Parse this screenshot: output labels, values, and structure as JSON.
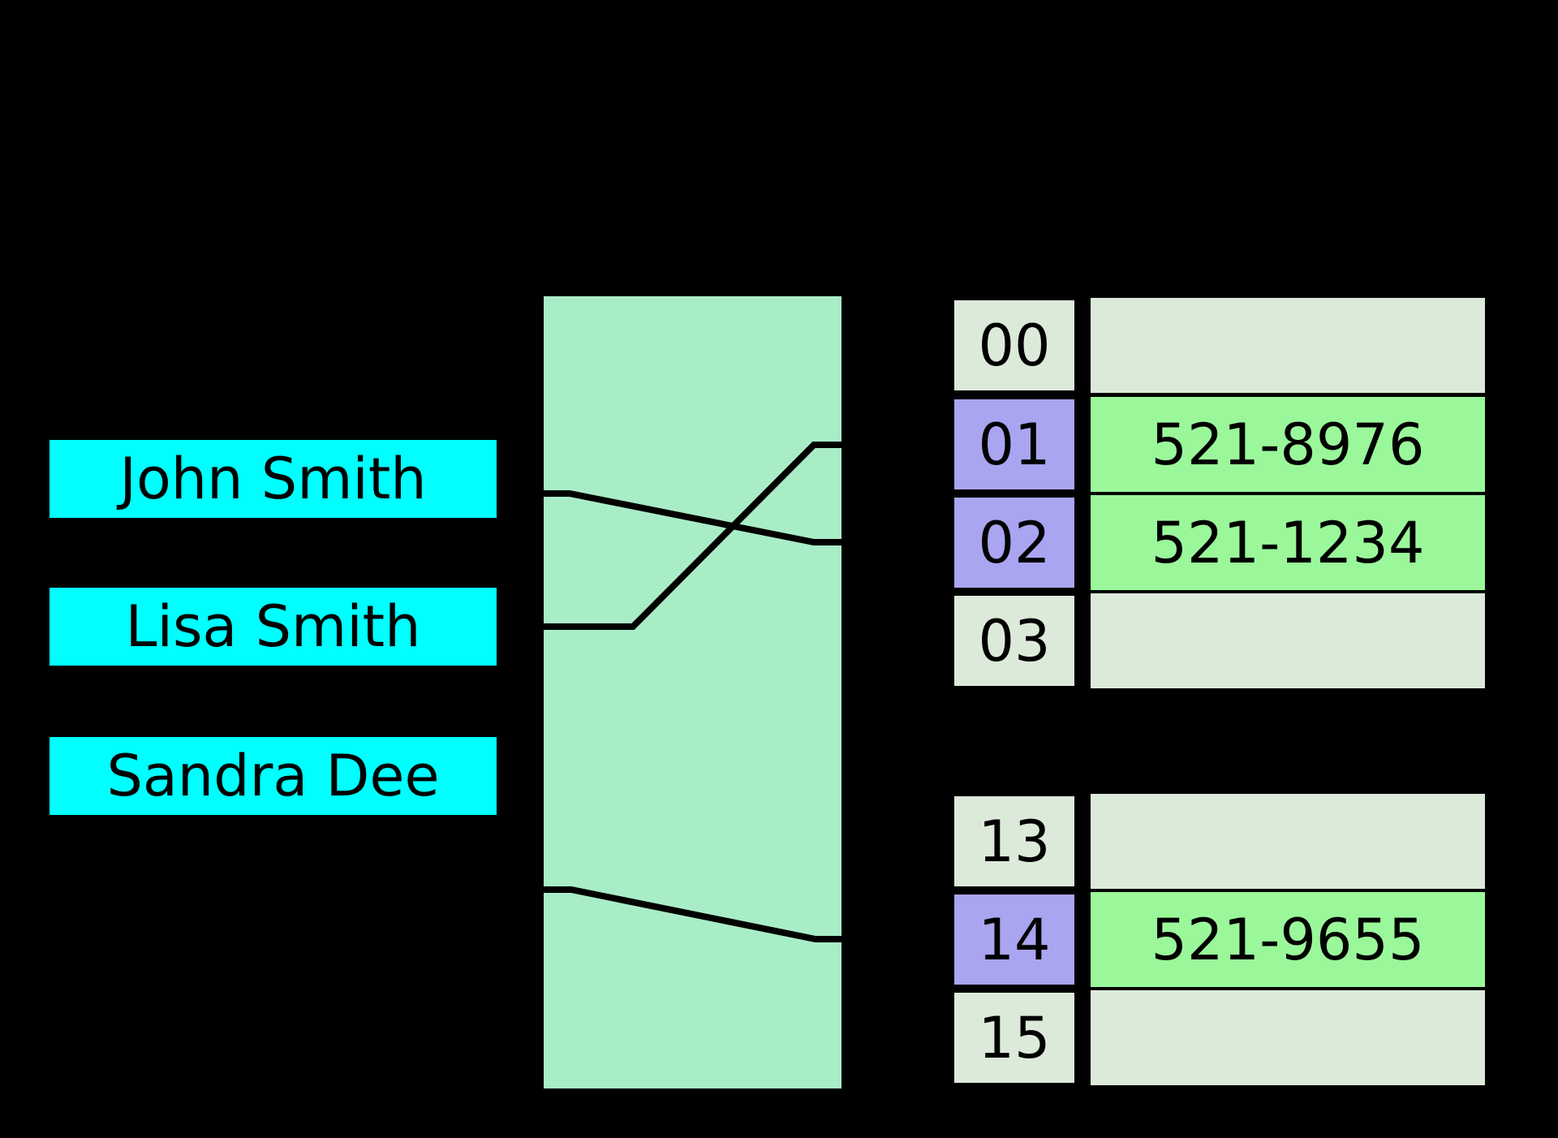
{
  "diagram": {
    "keys": [
      {
        "label": "John Smith"
      },
      {
        "label": "Lisa Smith"
      },
      {
        "label": "Sandra Dee"
      }
    ],
    "buckets": [
      {
        "index": "00",
        "value": ""
      },
      {
        "index": "01",
        "value": "521-8976"
      },
      {
        "index": "02",
        "value": "521-1234"
      },
      {
        "index": "03",
        "value": ""
      },
      {
        "index": "13",
        "value": ""
      },
      {
        "index": "14",
        "value": "521-9655"
      },
      {
        "index": "15",
        "value": ""
      }
    ],
    "links": [
      {
        "from": "John Smith",
        "to_bucket": "02"
      },
      {
        "from": "Lisa Smith",
        "to_bucket": "01"
      },
      {
        "from": "Sandra Dee",
        "to_bucket": "14"
      }
    ],
    "colors": {
      "background": "#000000",
      "key_box": "#00FFFF",
      "hash_box": "#A9EDC7",
      "bucket_index_default": "#DCEAD9",
      "bucket_index_highlight": "#A9A5F1",
      "bucket_value_filled": "#9AF89A",
      "bucket_value_empty": "#DCEAD9",
      "line": "#000000",
      "text": "#000000"
    }
  }
}
